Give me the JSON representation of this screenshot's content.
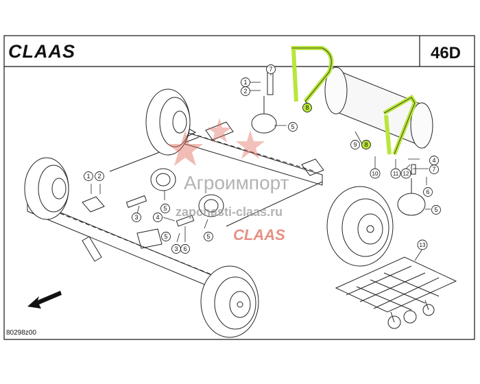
{
  "header": {
    "brand": "CLAAS",
    "page_code": "46D"
  },
  "footer": {
    "drawing_number": "80298z00"
  },
  "watermark": {
    "line1": "Агроимпорт",
    "line2": "zapchasti-claas.ru",
    "brand": "CLAAS"
  },
  "callouts": [
    {
      "id": "c1a",
      "label": "1",
      "highlight": false
    },
    {
      "id": "c2a",
      "label": "2",
      "highlight": false
    },
    {
      "id": "c7a",
      "label": "7",
      "highlight": false
    },
    {
      "id": "c8a",
      "label": "8",
      "highlight": true
    },
    {
      "id": "c5a",
      "label": "5",
      "highlight": false
    },
    {
      "id": "c9",
      "label": "9",
      "highlight": false
    },
    {
      "id": "c8b",
      "label": "8",
      "highlight": true
    },
    {
      "id": "c4a",
      "label": "4",
      "highlight": false
    },
    {
      "id": "c7b",
      "label": "7",
      "highlight": false
    },
    {
      "id": "c10",
      "label": "10",
      "highlight": false
    },
    {
      "id": "c11",
      "label": "11",
      "highlight": false
    },
    {
      "id": "c12",
      "label": "12",
      "highlight": false
    },
    {
      "id": "c6a",
      "label": "6",
      "highlight": false
    },
    {
      "id": "c5b",
      "label": "5",
      "highlight": false
    },
    {
      "id": "c1b",
      "label": "1",
      "highlight": false
    },
    {
      "id": "c2b",
      "label": "2",
      "highlight": false
    },
    {
      "id": "c5c",
      "label": "5",
      "highlight": false
    },
    {
      "id": "c3a",
      "label": "3",
      "highlight": false
    },
    {
      "id": "c4b",
      "label": "4",
      "highlight": false
    },
    {
      "id": "c5d",
      "label": "5",
      "highlight": false
    },
    {
      "id": "c5e",
      "label": "5",
      "highlight": false
    },
    {
      "id": "c3b",
      "label": "3",
      "highlight": false
    },
    {
      "id": "c6b",
      "label": "6",
      "highlight": false
    },
    {
      "id": "c13",
      "label": "13",
      "highlight": false
    }
  ],
  "colors": {
    "highlight": "#b8e63a",
    "line": "#111111",
    "watermark_red": "#e06a5a",
    "watermark_gray": "#9a9a9a"
  }
}
